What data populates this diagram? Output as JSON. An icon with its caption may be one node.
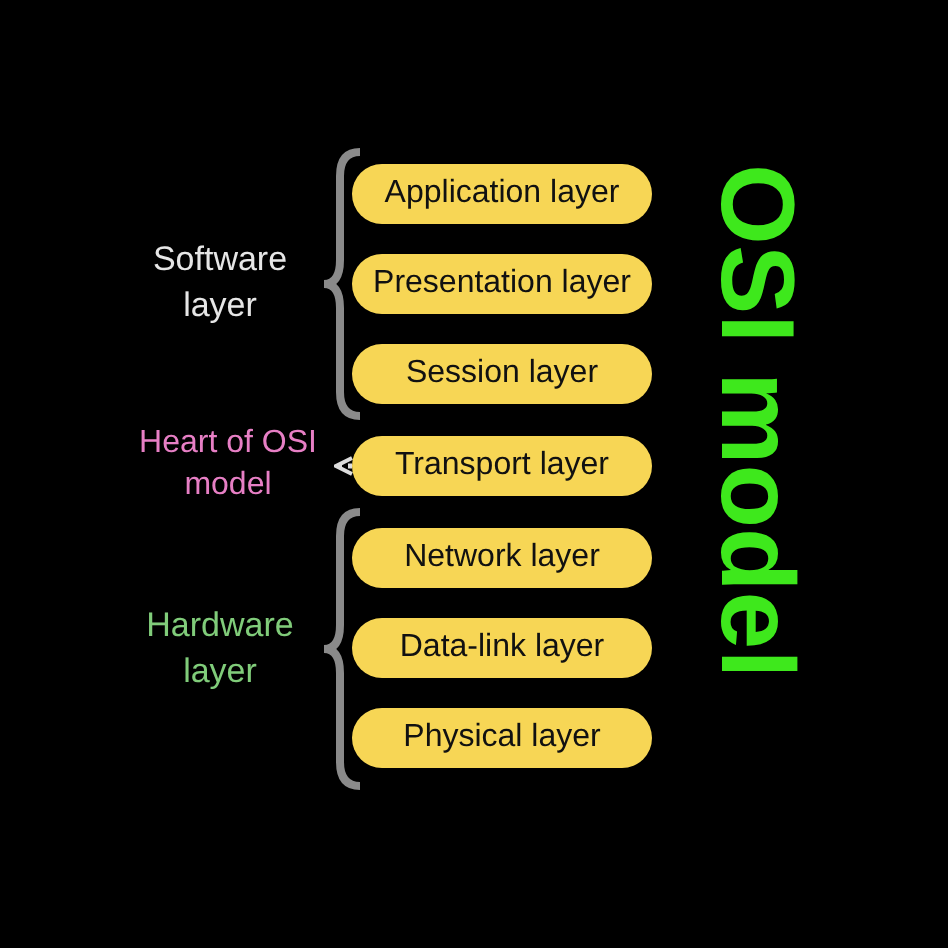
{
  "diagram": {
    "title": "OSI model",
    "nodes": [
      {
        "text": [
          "Application layer"
        ]
      },
      {
        "text": [
          "Presentation layer"
        ]
      },
      {
        "text": [
          "Session layer"
        ]
      },
      {
        "text": [
          "Heart of OSI model"
        ]
      },
      {
        "text": [
          "Transport layer"
        ]
      },
      {
        "text": [
          "Network layer"
        ]
      },
      {
        "text": [
          "Data-link layer"
        ]
      },
      {
        "text": [
          "Physical layer"
        ]
      }
    ],
    "edges": [
      {
        "from": 4,
        "to": 3,
        "arrow": "to",
        "style": "dashed"
      }
    ],
    "labels": [
      "Software layer",
      "Hardware layer"
    ]
  }
}
